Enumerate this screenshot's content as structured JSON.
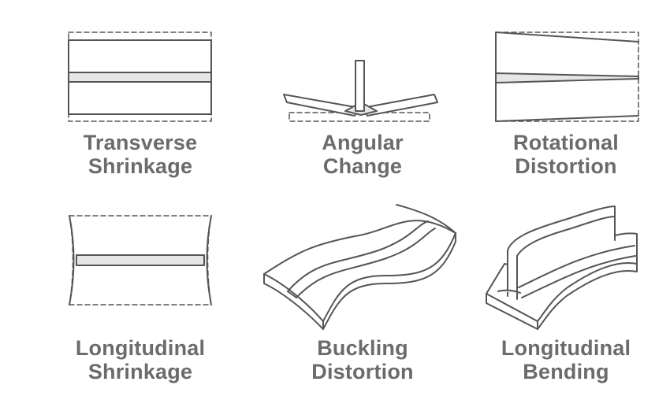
{
  "panels": [
    {
      "line1": "Transverse",
      "line2": "Shrinkage"
    },
    {
      "line1": "Angular",
      "line2": "Change"
    },
    {
      "line1": "Rotational",
      "line2": "Distortion"
    },
    {
      "line1": "Longitudinal",
      "line2": "Shrinkage"
    },
    {
      "line1": "Buckling",
      "line2": "Distortion"
    },
    {
      "line1": "Longitudinal",
      "line2": "Bending"
    }
  ],
  "colors": {
    "stroke": "#555555",
    "weld_fill": "#e6e6e6",
    "caption": "#6b6b6b"
  }
}
